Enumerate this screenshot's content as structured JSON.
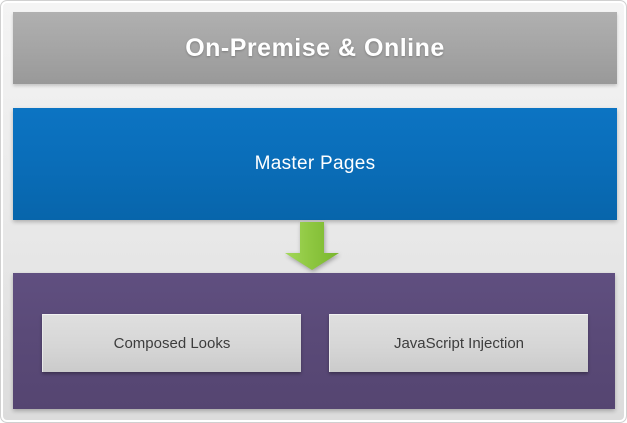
{
  "diagram": {
    "header": {
      "label": "On-Premise & Online"
    },
    "master": {
      "label": "Master Pages"
    },
    "arrow": {
      "name": "down-arrow",
      "color": "#8dc63f"
    },
    "group": {
      "children": [
        {
          "label": "Composed Looks"
        },
        {
          "label": "JavaScript Injection"
        }
      ]
    },
    "colors": {
      "header_gray": "#a4a4a4",
      "master_blue": "#0a6db8",
      "group_purple": "#5a4a78",
      "child_gray": "#d6d6d6",
      "arrow_green": "#8dc63f",
      "background": "#e9e9e9",
      "header_text": "#ffffff",
      "master_text": "#ffffff",
      "child_text": "#3d3d3d"
    }
  }
}
